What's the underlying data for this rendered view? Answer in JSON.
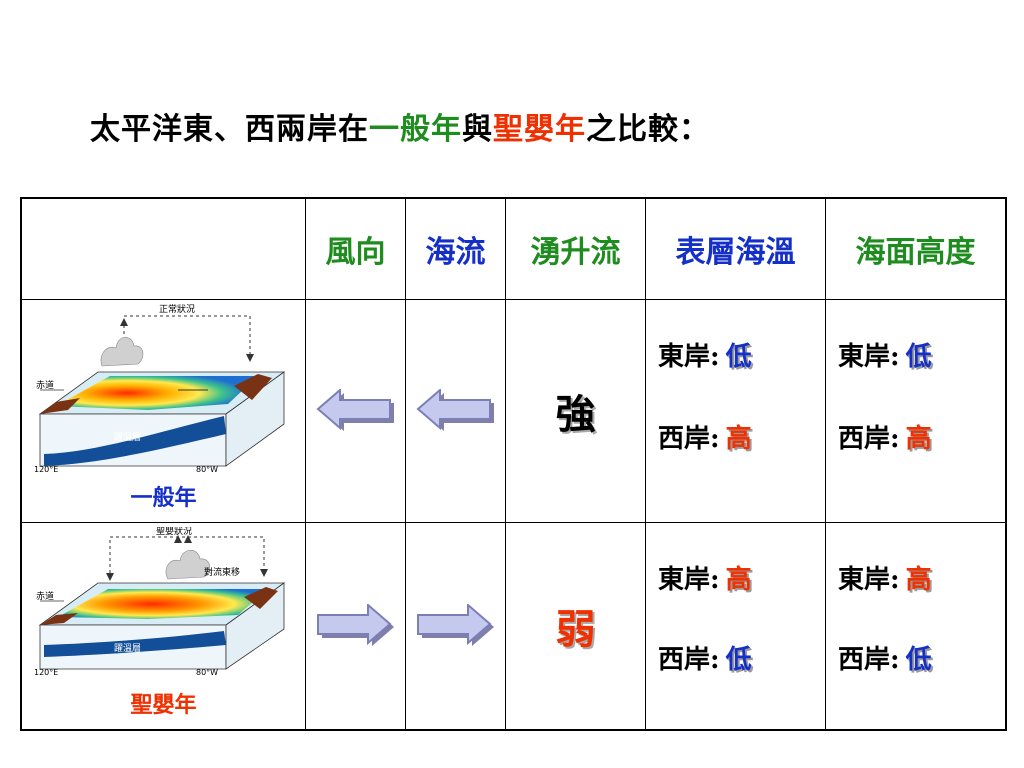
{
  "title": {
    "part1": "太平洋東、西兩岸在",
    "normal_year": "一般年",
    "part2": "與",
    "el_nino_year": "聖嬰年",
    "part3": "之比較："
  },
  "colors": {
    "green": "#1f8c1f",
    "red": "#f03000",
    "blue": "#1530c8"
  },
  "headers": {
    "wind": "風向",
    "current": "海流",
    "upwelling": "湧升流",
    "sst": "表層海溫",
    "sea_level": "海面高度"
  },
  "rows": [
    {
      "label": "一般年",
      "diagram": {
        "caption": "正常狀況",
        "equator": "赤道",
        "thermocline": "躍溫層",
        "lon_left": "120°E",
        "lon_right": "80°W"
      },
      "wind_arrow": "left-arrow",
      "current_arrow": "left-arrow",
      "upwelling": "強",
      "sst": {
        "east_label": "東岸:",
        "east_value": "低",
        "west_label": "西岸:",
        "west_value": "高"
      },
      "sea_level": {
        "east_label": "東岸:",
        "east_value": "低",
        "west_label": "西岸:",
        "west_value": "高"
      }
    },
    {
      "label": "聖嬰年",
      "diagram": {
        "caption": "聖嬰狀況",
        "convection": "對流東移",
        "equator": "赤道",
        "thermocline": "躍溫層",
        "lon_left": "120°E",
        "lon_right": "80°W"
      },
      "wind_arrow": "right-arrow",
      "current_arrow": "right-arrow",
      "upwelling": "弱",
      "sst": {
        "east_label": "東岸:",
        "east_value": "高",
        "west_label": "西岸:",
        "west_value": "低"
      },
      "sea_level": {
        "east_label": "東岸:",
        "east_value": "高",
        "west_label": "西岸:",
        "west_value": "低"
      }
    }
  ]
}
